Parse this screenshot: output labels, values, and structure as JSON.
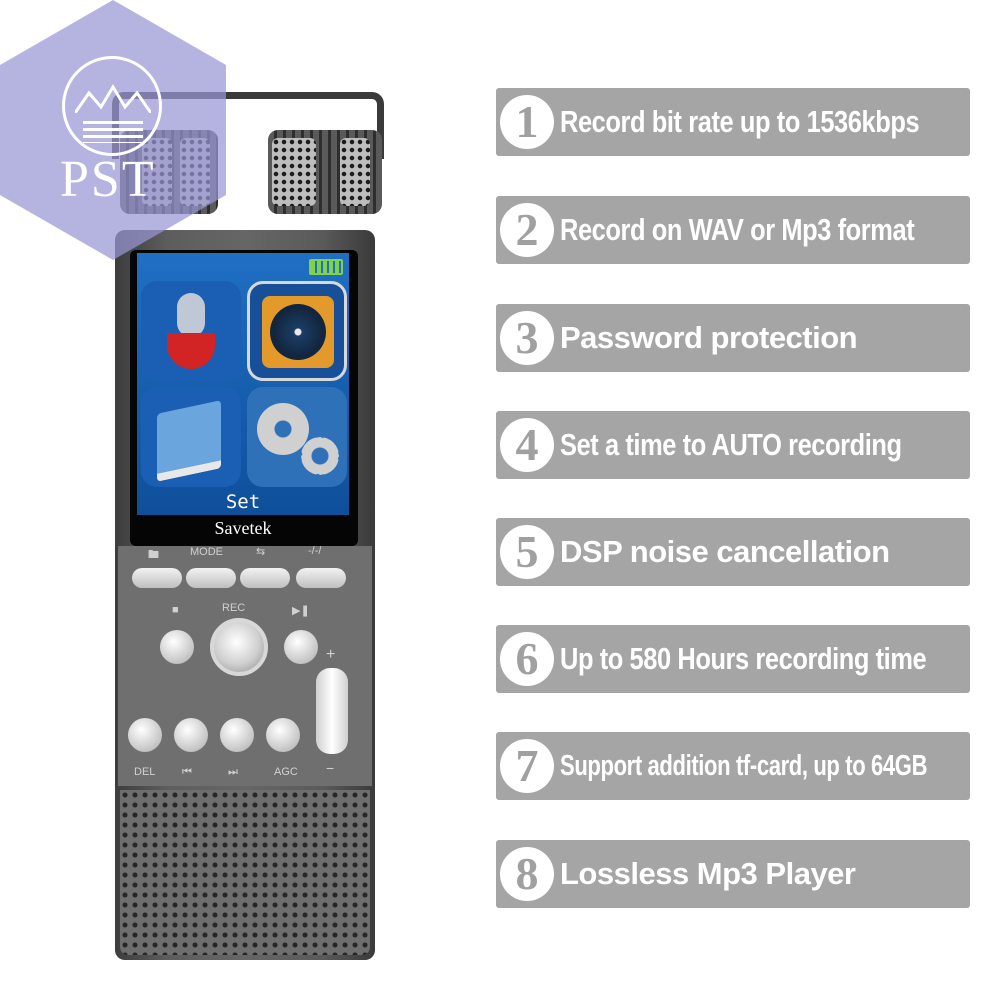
{
  "watermark": {
    "text": "PST"
  },
  "device": {
    "screen_label": "Set",
    "brand": "Savetek",
    "keys": {
      "mode": "MODE",
      "rec": "REC",
      "del": "DEL",
      "agc": "AGC",
      "plus": "+",
      "minus": "−"
    }
  },
  "features": [
    {
      "number": "1",
      "text": "Record bit rate up to 1536kbps"
    },
    {
      "number": "2",
      "text": "Record on WAV or Mp3 format"
    },
    {
      "number": "3",
      "text": "Password protection"
    },
    {
      "number": "4",
      "text": "Set a time to AUTO recording"
    },
    {
      "number": "5",
      "text": "DSP noise cancellation"
    },
    {
      "number": "6",
      "text": "Up to 580 Hours recording time"
    },
    {
      "number": "7",
      "text": "Support addition tf-card, up to 64GB"
    },
    {
      "number": "8",
      "text": "Lossless Mp3 Player"
    }
  ],
  "colors": {
    "feature_bg": "#a5a5a5",
    "feature_text": "#ffffff",
    "watermark": "#9896d4"
  }
}
